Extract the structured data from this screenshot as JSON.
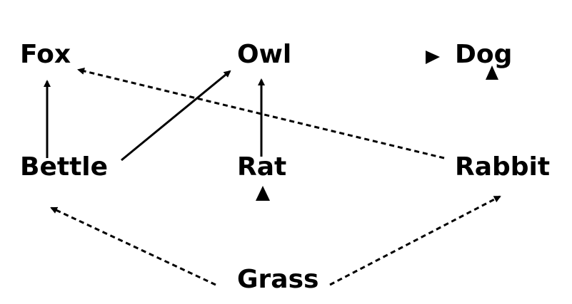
{
  "diagram": {
    "type": "food-web",
    "nodes": [
      {
        "id": "fox",
        "label": "Fox"
      },
      {
        "id": "owl",
        "label": "Owl"
      },
      {
        "id": "dog",
        "label": "Dog"
      },
      {
        "id": "bettle",
        "label": "Bettle"
      },
      {
        "id": "rat",
        "label": "Rat"
      },
      {
        "id": "rabbit",
        "label": "Rabbit"
      },
      {
        "id": "grass",
        "label": "Grass"
      }
    ],
    "edges": [
      {
        "from": "bettle",
        "to": "fox",
        "style": "solid"
      },
      {
        "from": "bettle",
        "to": "owl",
        "style": "solid"
      },
      {
        "from": "rat",
        "to": "owl",
        "style": "solid"
      },
      {
        "from": "rabbit",
        "to": "fox",
        "style": "dashed"
      },
      {
        "from": "grass",
        "to": "bettle",
        "style": "dashed"
      },
      {
        "from": "grass",
        "to": "rabbit",
        "style": "dashed"
      }
    ],
    "loose_arrowheads": [
      {
        "near": "dog",
        "direction": "right"
      },
      {
        "near": "dog",
        "direction": "up"
      },
      {
        "near": "rat",
        "direction": "up"
      }
    ],
    "colors": {
      "ink": "#000000",
      "background": "#ffffff"
    }
  }
}
